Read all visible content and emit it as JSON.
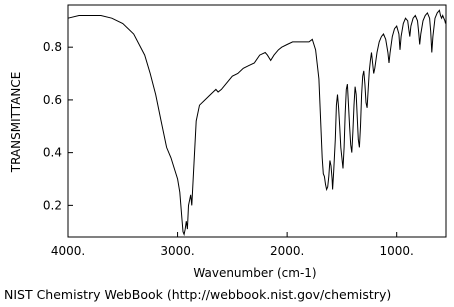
{
  "chart_data": {
    "type": "line",
    "title": "",
    "xlabel": "Wavenumber (cm-1)",
    "ylabel": "TRANSMITTANCE",
    "xlim": [
      4000,
      550
    ],
    "ylim": [
      0.08,
      0.96
    ],
    "x_reversed": true,
    "x_ticks": [
      4000,
      3000,
      2000,
      1000
    ],
    "x_tick_labels": [
      "4000.",
      "3000.",
      "2000.",
      "1000."
    ],
    "y_ticks": [
      0.2,
      0.4,
      0.6,
      0.8
    ],
    "y_tick_labels": [
      "0.2",
      "0.4",
      "0.6",
      "0.8"
    ],
    "grid": false,
    "series": [
      {
        "points": [
          [
            4000,
            0.91
          ],
          [
            3900,
            0.92
          ],
          [
            3800,
            0.92
          ],
          [
            3700,
            0.92
          ],
          [
            3600,
            0.91
          ],
          [
            3500,
            0.89
          ],
          [
            3400,
            0.85
          ],
          [
            3300,
            0.77
          ],
          [
            3250,
            0.7
          ],
          [
            3200,
            0.62
          ],
          [
            3150,
            0.52
          ],
          [
            3100,
            0.42
          ],
          [
            3060,
            0.38
          ],
          [
            3030,
            0.34
          ],
          [
            3000,
            0.3
          ],
          [
            2980,
            0.25
          ],
          [
            2960,
            0.15
          ],
          [
            2950,
            0.1
          ],
          [
            2940,
            0.09
          ],
          [
            2930,
            0.11
          ],
          [
            2920,
            0.14
          ],
          [
            2910,
            0.11
          ],
          [
            2900,
            0.2
          ],
          [
            2880,
            0.24
          ],
          [
            2870,
            0.2
          ],
          [
            2850,
            0.36
          ],
          [
            2830,
            0.52
          ],
          [
            2800,
            0.58
          ],
          [
            2750,
            0.6
          ],
          [
            2700,
            0.62
          ],
          [
            2650,
            0.64
          ],
          [
            2630,
            0.63
          ],
          [
            2600,
            0.64
          ],
          [
            2560,
            0.66
          ],
          [
            2500,
            0.69
          ],
          [
            2450,
            0.7
          ],
          [
            2400,
            0.72
          ],
          [
            2350,
            0.73
          ],
          [
            2300,
            0.74
          ],
          [
            2250,
            0.77
          ],
          [
            2200,
            0.78
          ],
          [
            2180,
            0.77
          ],
          [
            2150,
            0.75
          ],
          [
            2120,
            0.77
          ],
          [
            2080,
            0.79
          ],
          [
            2050,
            0.8
          ],
          [
            2000,
            0.81
          ],
          [
            1950,
            0.82
          ],
          [
            1900,
            0.82
          ],
          [
            1850,
            0.82
          ],
          [
            1800,
            0.82
          ],
          [
            1770,
            0.83
          ],
          [
            1740,
            0.79
          ],
          [
            1710,
            0.68
          ],
          [
            1690,
            0.48
          ],
          [
            1680,
            0.38
          ],
          [
            1670,
            0.32
          ],
          [
            1660,
            0.31
          ],
          [
            1650,
            0.28
          ],
          [
            1640,
            0.26
          ],
          [
            1630,
            0.27
          ],
          [
            1620,
            0.31
          ],
          [
            1610,
            0.37
          ],
          [
            1600,
            0.35
          ],
          [
            1590,
            0.3
          ],
          [
            1585,
            0.26
          ],
          [
            1575,
            0.33
          ],
          [
            1560,
            0.45
          ],
          [
            1550,
            0.58
          ],
          [
            1540,
            0.62
          ],
          [
            1530,
            0.57
          ],
          [
            1520,
            0.5
          ],
          [
            1510,
            0.42
          ],
          [
            1500,
            0.38
          ],
          [
            1490,
            0.34
          ],
          [
            1480,
            0.42
          ],
          [
            1470,
            0.55
          ],
          [
            1460,
            0.64
          ],
          [
            1450,
            0.66
          ],
          [
            1440,
            0.58
          ],
          [
            1430,
            0.5
          ],
          [
            1420,
            0.43
          ],
          [
            1410,
            0.4
          ],
          [
            1400,
            0.48
          ],
          [
            1390,
            0.58
          ],
          [
            1380,
            0.65
          ],
          [
            1370,
            0.62
          ],
          [
            1360,
            0.53
          ],
          [
            1350,
            0.45
          ],
          [
            1340,
            0.42
          ],
          [
            1330,
            0.5
          ],
          [
            1320,
            0.62
          ],
          [
            1310,
            0.69
          ],
          [
            1300,
            0.71
          ],
          [
            1290,
            0.66
          ],
          [
            1280,
            0.59
          ],
          [
            1270,
            0.57
          ],
          [
            1260,
            0.64
          ],
          [
            1250,
            0.71
          ],
          [
            1240,
            0.75
          ],
          [
            1230,
            0.78
          ],
          [
            1220,
            0.74
          ],
          [
            1210,
            0.7
          ],
          [
            1200,
            0.72
          ],
          [
            1180,
            0.78
          ],
          [
            1160,
            0.82
          ],
          [
            1140,
            0.84
          ],
          [
            1120,
            0.85
          ],
          [
            1100,
            0.83
          ],
          [
            1080,
            0.78
          ],
          [
            1070,
            0.74
          ],
          [
            1060,
            0.78
          ],
          [
            1040,
            0.84
          ],
          [
            1020,
            0.87
          ],
          [
            1000,
            0.88
          ],
          [
            980,
            0.85
          ],
          [
            970,
            0.79
          ],
          [
            960,
            0.84
          ],
          [
            940,
            0.89
          ],
          [
            920,
            0.91
          ],
          [
            900,
            0.9
          ],
          [
            890,
            0.87
          ],
          [
            880,
            0.84
          ],
          [
            870,
            0.88
          ],
          [
            850,
            0.91
          ],
          [
            830,
            0.92
          ],
          [
            810,
            0.9
          ],
          [
            800,
            0.86
          ],
          [
            790,
            0.81
          ],
          [
            780,
            0.85
          ],
          [
            760,
            0.9
          ],
          [
            740,
            0.92
          ],
          [
            720,
            0.93
          ],
          [
            700,
            0.91
          ],
          [
            690,
            0.86
          ],
          [
            680,
            0.78
          ],
          [
            670,
            0.84
          ],
          [
            650,
            0.91
          ],
          [
            630,
            0.93
          ],
          [
            610,
            0.94
          ],
          [
            600,
            0.92
          ],
          [
            590,
            0.91
          ],
          [
            580,
            0.92
          ],
          [
            570,
            0.91
          ],
          [
            560,
            0.9
          ],
          [
            555,
            0.89
          ]
        ]
      }
    ],
    "caption": "NIST Chemistry WebBook (http://webbook.nist.gov/chemistry)"
  }
}
